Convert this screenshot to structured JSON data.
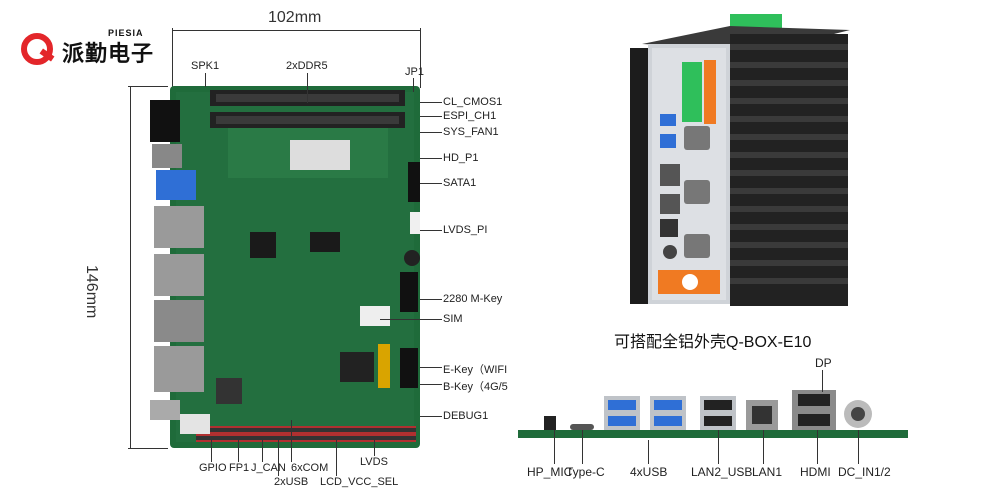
{
  "logo": {
    "brand": "派勤电子",
    "brand_en": "PIESIA"
  },
  "dimensions": {
    "width": "102mm",
    "height": "146mm"
  },
  "board_labels": {
    "spk1": "SPK1",
    "ddr5": "2xDDR5",
    "jp1": "JP1",
    "cl_cmos1": "CL_CMOS1",
    "espi_ch1": "ESPI_CH1",
    "sys_fan1": "SYS_FAN1",
    "hd_p1": "HD_P1",
    "sata1": "SATA1",
    "lvds_pi": "LVDS_PI",
    "m_key": "2280 M-Key",
    "sim": "SIM",
    "e_key": "E-Key（WIFI",
    "b_key": "B-Key（4G/5",
    "debug1": "DEBUG1",
    "gpio": "GPIO",
    "fp1": "FP1",
    "j_can": "J_CAN",
    "usb2": "2xUSB",
    "com6": "6xCOM",
    "lcd_vcc_sel": "LCD_VCC_SEL",
    "lvds": "LVDS"
  },
  "enclosure_caption": "可搭配全铝外壳Q-BOX-E10",
  "io_labels": {
    "hp_mic": "HP_MIC",
    "type_c": "Type-C",
    "usb4": "4xUSB",
    "lan2_usb": "LAN2_USB",
    "lan1": "LAN1",
    "hdmi": "HDMI",
    "dp": "DP",
    "dc_in": "DC_IN1/2"
  },
  "colors": {
    "pcb": "#1f6b3a",
    "logo_red": "#e3262a",
    "enclosure_orange": "#f07a22",
    "usb_blue": "#2f6fd6"
  }
}
